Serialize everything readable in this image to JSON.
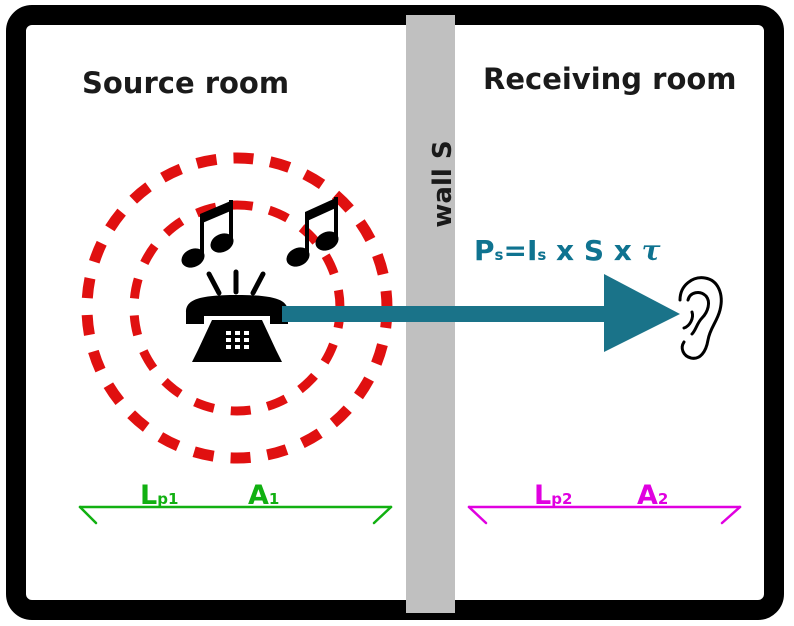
{
  "labels": {
    "source_room": "Source room",
    "receiving_room": "Receiving room",
    "wall": "wall S"
  },
  "formula": {
    "P": "P",
    "P_sub": "s",
    "eq": "=",
    "I": "I",
    "I_sub": "s",
    "x1": "x",
    "S": "S",
    "x2": "x",
    "tau": "τ"
  },
  "source_dims": {
    "Lp_main": "L",
    "Lp_sub": "p1",
    "A_main": "A",
    "A_sub": "1"
  },
  "receiving_dims": {
    "Lp_main": "L",
    "Lp_sub": "p2",
    "A_main": "A",
    "A_sub": "2"
  },
  "colors": {
    "frame": "#000000",
    "wall": "#c0c0c0",
    "dashes": "#e01010",
    "arrow": "#1a7389",
    "source_dim": "#11b011",
    "receiving_dim": "#e000e0"
  },
  "icons": [
    "telephone-icon",
    "music-note-icon",
    "ear-icon"
  ]
}
